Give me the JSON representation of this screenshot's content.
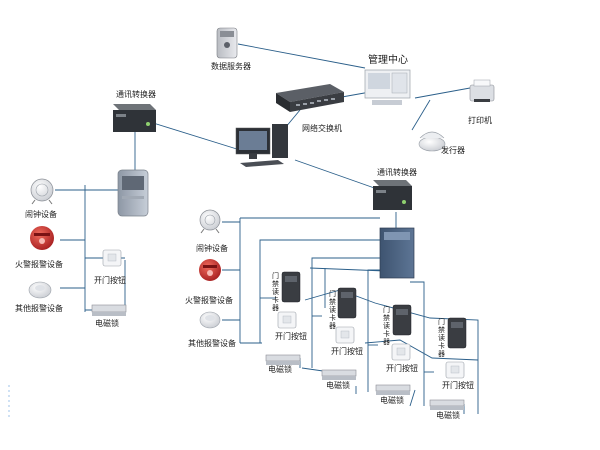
{
  "labels": {
    "data_server": "数据服务器",
    "management_center": "管理中心",
    "network_switch": "网络交换机",
    "printer": "打印机",
    "card_issuer": "发行器",
    "comm_converter": "通讯转换器",
    "alarm_bell": "闹钟设备",
    "fire_alarm": "火警报警设备",
    "other_alarm": "其他报警设备",
    "exit_button": "开门按钮",
    "electric_lock": "电磁锁",
    "card_reader": "门禁读卡器"
  },
  "colors": {
    "line": "#2b5f8a",
    "device_dark": "#3a3d42",
    "controller": "#4a5a72",
    "fire_red": "#c8262b"
  }
}
